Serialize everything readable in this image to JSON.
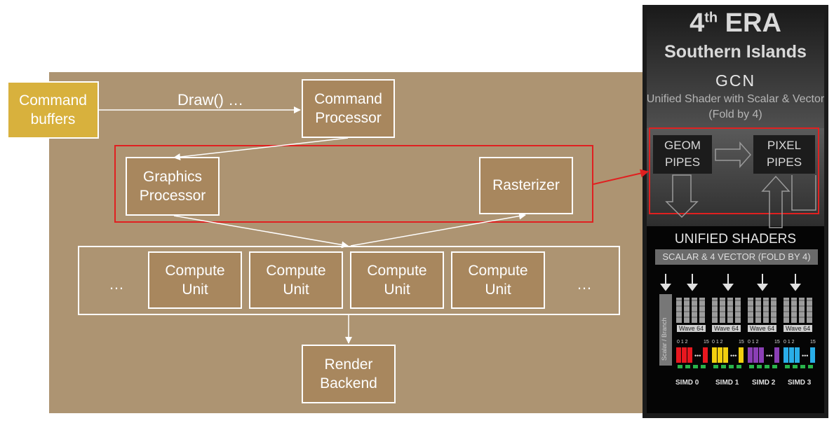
{
  "diagram": {
    "command_buffers": "Command\nbuffers",
    "draw_label": "Draw() …",
    "command_processor": "Command\nProcessor",
    "graphics_processor": "Graphics\nProcessor",
    "rasterizer": "Rasterizer",
    "compute_units": [
      "Compute\nUnit",
      "Compute\nUnit",
      "Compute\nUnit",
      "Compute\nUnit"
    ],
    "ellipsis_left": "…",
    "ellipsis_right": "…",
    "render_backend": "Render\nBackend"
  },
  "era_panel": {
    "era": "4",
    "era_suffix": "th",
    "era_word": "ERA",
    "codename": "Southern Islands",
    "arch": "GCN",
    "subtitle": "Unified Shader with Scalar & Vector",
    "fold": "(Fold by 4)",
    "geom_pipes": "GEOM\nPIPES",
    "pixel_pipes": "PIXEL\nPIPES",
    "unified_shaders": "UNIFIED SHADERS",
    "scalar_vector": "SCALAR & 4 VECTOR (FOLD BY 4)",
    "scalar_branch": "Scalar / Branch",
    "wave_labels": [
      "Wave 64",
      "Wave 64",
      "Wave 64",
      "Wave 64"
    ],
    "lane_labels": [
      "0 1 2",
      "15",
      "0 1 2",
      "15",
      "0 1 2",
      "15",
      "0 1 2",
      "15"
    ],
    "simd_labels": [
      "SIMD 0",
      "SIMD 1",
      "SIMD 2",
      "SIMD 3"
    ],
    "simd_colors": [
      "#e8171f",
      "#f2cf0f",
      "#8a3fb5",
      "#29aee8"
    ],
    "highlight_color": "#e02020"
  }
}
